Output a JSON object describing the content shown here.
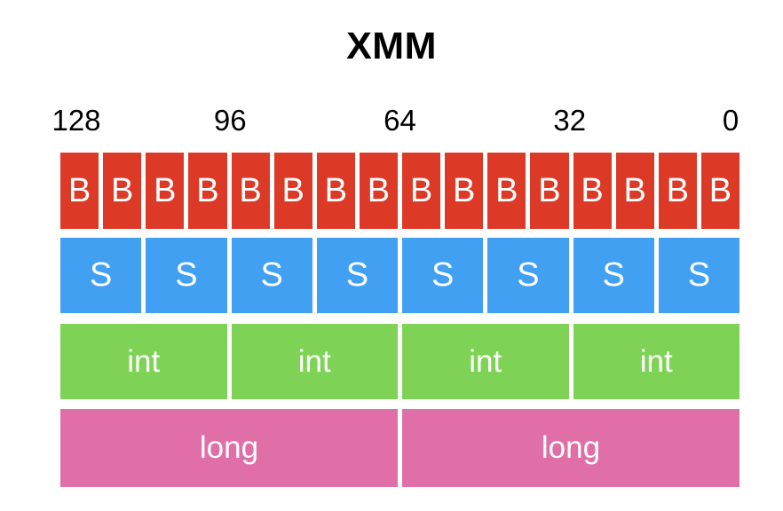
{
  "title": "XMM",
  "bit_ruler": {
    "labels": [
      {
        "text": "128",
        "bit": 128
      },
      {
        "text": "96",
        "bit": 96
      },
      {
        "text": "64",
        "bit": 64
      },
      {
        "text": "32",
        "bit": 32
      },
      {
        "text": "0",
        "bit": 0
      }
    ]
  },
  "colors": {
    "byte": "#dc3a27",
    "short": "#42a0f2",
    "int": "#7ed356",
    "long": "#e06fa8",
    "background": "#ffffff",
    "title": "#000000",
    "cell_text": "#ffffff"
  },
  "rows": [
    {
      "name": "bytes",
      "label": "B",
      "count": 16,
      "bits_each": 8,
      "color": "#dc3a27",
      "cells": [
        "B",
        "B",
        "B",
        "B",
        "B",
        "B",
        "B",
        "B",
        "B",
        "B",
        "B",
        "B",
        "B",
        "B",
        "B",
        "B"
      ]
    },
    {
      "name": "shorts",
      "label": "S",
      "count": 8,
      "bits_each": 16,
      "color": "#42a0f2",
      "cells": [
        "S",
        "S",
        "S",
        "S",
        "S",
        "S",
        "S",
        "S"
      ]
    },
    {
      "name": "ints",
      "label": "int",
      "count": 4,
      "bits_each": 32,
      "color": "#7ed356",
      "cells": [
        "int",
        "int",
        "int",
        "int"
      ]
    },
    {
      "name": "longs",
      "label": "long",
      "count": 2,
      "bits_each": 64,
      "color": "#e06fa8",
      "cells": [
        "long",
        "long"
      ]
    }
  ]
}
